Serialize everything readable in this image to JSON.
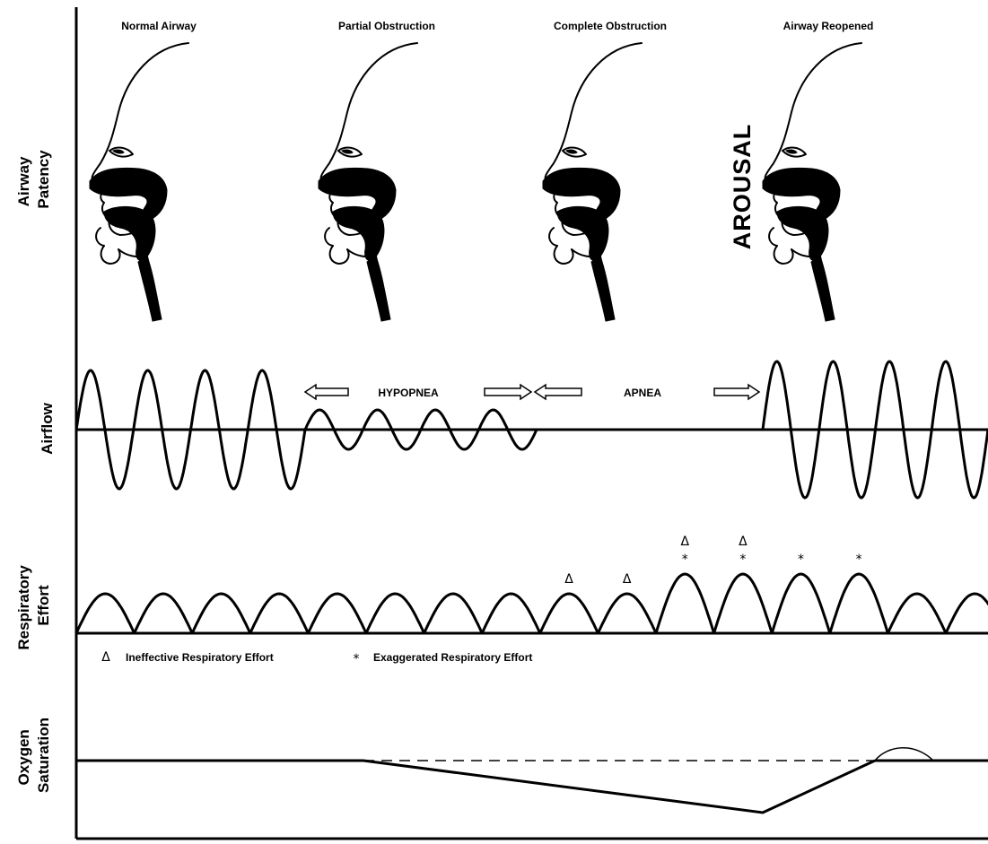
{
  "stages": [
    {
      "title": "Normal Airway"
    },
    {
      "title": "Partial Obstruction"
    },
    {
      "title": "Complete Obstruction"
    },
    {
      "title": "Airway Reopened"
    }
  ],
  "row_labels": {
    "patency": [
      "Airway",
      "Patency"
    ],
    "airflow": "Airflow",
    "effort": [
      "Respiratory",
      "Effort"
    ],
    "oxygen": [
      "Oxygen",
      "Saturation"
    ]
  },
  "arousal": "AROUSAL",
  "events": {
    "hypopnea": "HYPOPNEA",
    "apnea": "APNEA"
  },
  "legend": {
    "ineffective_symbol": "Δ",
    "ineffective_label": "Ineffective Respiratory Effort",
    "exaggerated_symbol": "*",
    "exaggerated_label": "Exaggerated Respiratory Effort"
  },
  "effort_markers": [
    {
      "cycle": 9,
      "symbols": [
        "Δ"
      ]
    },
    {
      "cycle": 10,
      "symbols": [
        "Δ"
      ]
    },
    {
      "cycle": 11,
      "symbols": [
        "Δ",
        "*"
      ]
    },
    {
      "cycle": 12,
      "symbols": [
        "Δ",
        "*"
      ]
    },
    {
      "cycle": 13,
      "symbols": [
        "*"
      ]
    },
    {
      "cycle": 14,
      "symbols": [
        "*"
      ]
    }
  ]
}
